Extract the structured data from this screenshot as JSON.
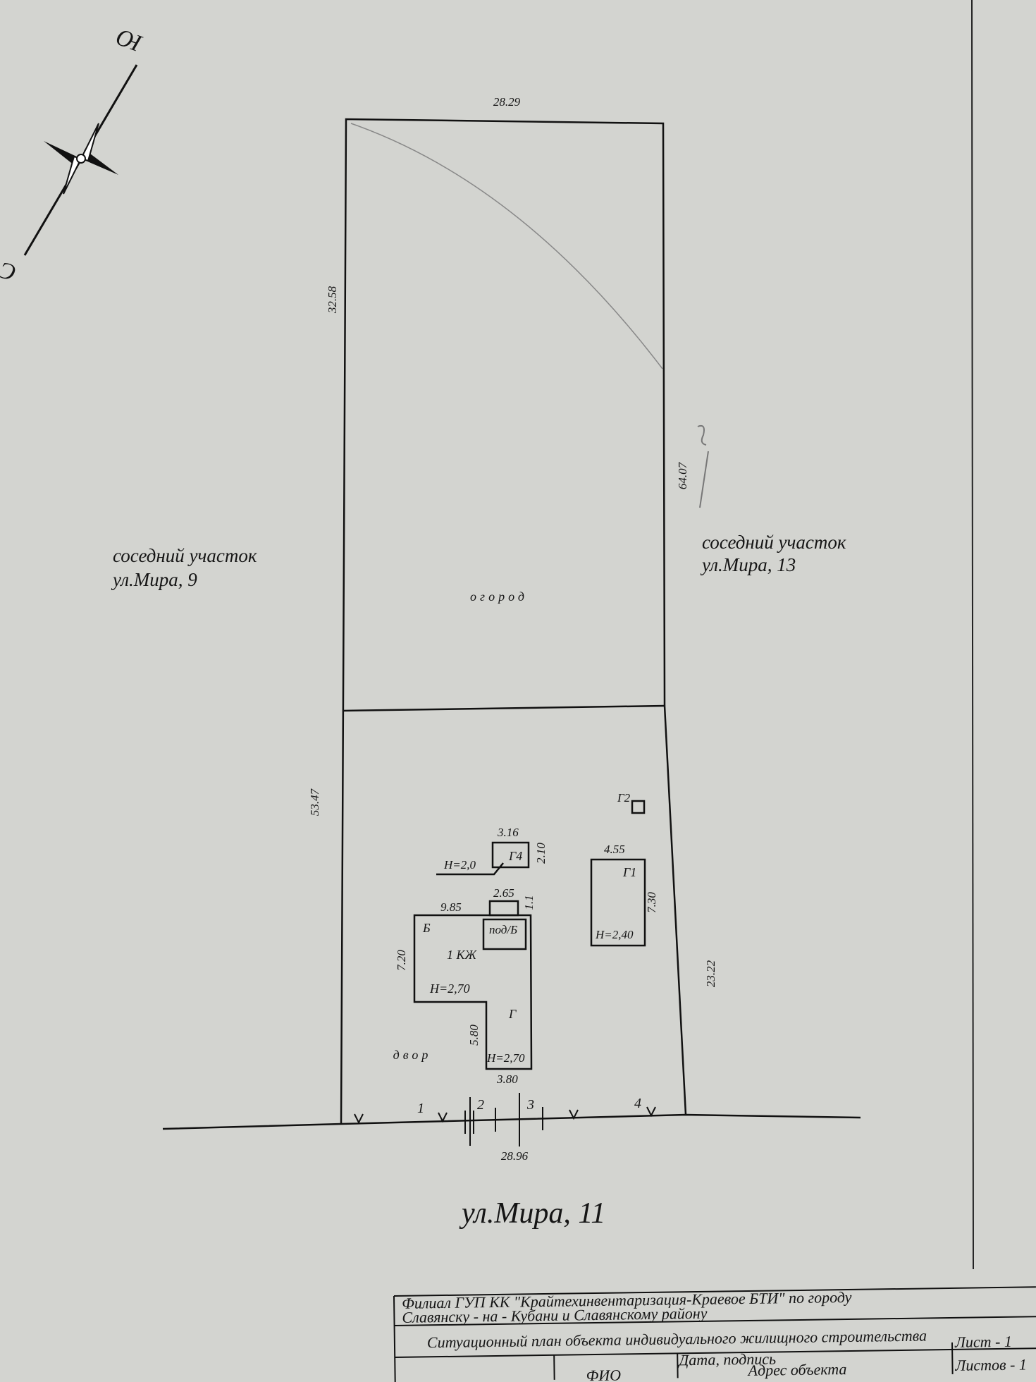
{
  "compass": {
    "north": "С",
    "south": "Ю"
  },
  "plot": {
    "dims": {
      "top": "28.29",
      "left_upper": "32.58",
      "right_upper": "64.07",
      "left_lower": "53.47",
      "right_lower": "23.22",
      "street": "28.96"
    },
    "zones": {
      "garden": "огород",
      "yard": "двор"
    },
    "handwritten_mark": "2"
  },
  "neighbors": {
    "left": {
      "line1": "соседний участок",
      "line2": "ул.Мира, 9"
    },
    "right": {
      "line1": "соседний участок",
      "line2": "ул.Мира, 13"
    }
  },
  "buildings": {
    "main": {
      "label": "Б",
      "type": "1 КЖ",
      "height": "Н=2,70",
      "width": "9.85",
      "depth": "7.20",
      "basement": "под/Б"
    },
    "porch": {
      "width": "2.65",
      "depth": "1.1"
    },
    "extension": {
      "label": "Г",
      "height": "Н=2,70",
      "width": "3.80",
      "depth": "5.80"
    },
    "g1": {
      "label": "Г1",
      "height": "Н=2,40",
      "width": "4.55",
      "depth": "7.30"
    },
    "g2": {
      "label": "Г2"
    },
    "g4": {
      "label": "Г4",
      "height": "Н=2,0",
      "width": "3.16",
      "depth": "2.10"
    }
  },
  "points": [
    "1",
    "2",
    "3",
    "4"
  ],
  "street_address": "ул.Мира, 11",
  "title_block": {
    "org_line1": "Филиал ГУП КК \"Крайтехинвентаризация-Краевое БТИ\" по городу",
    "org_line2": "Славянску - на - Кубани и Славянскому району",
    "doc_title": "Ситуационный план объекта индивидуального жилищного строительства",
    "name_header": "ФИО",
    "date_header": "Дата, подпись",
    "address_header": "Адрес объекта",
    "sheet": "Лист - 1",
    "sheets_total": "Листов - 1"
  }
}
